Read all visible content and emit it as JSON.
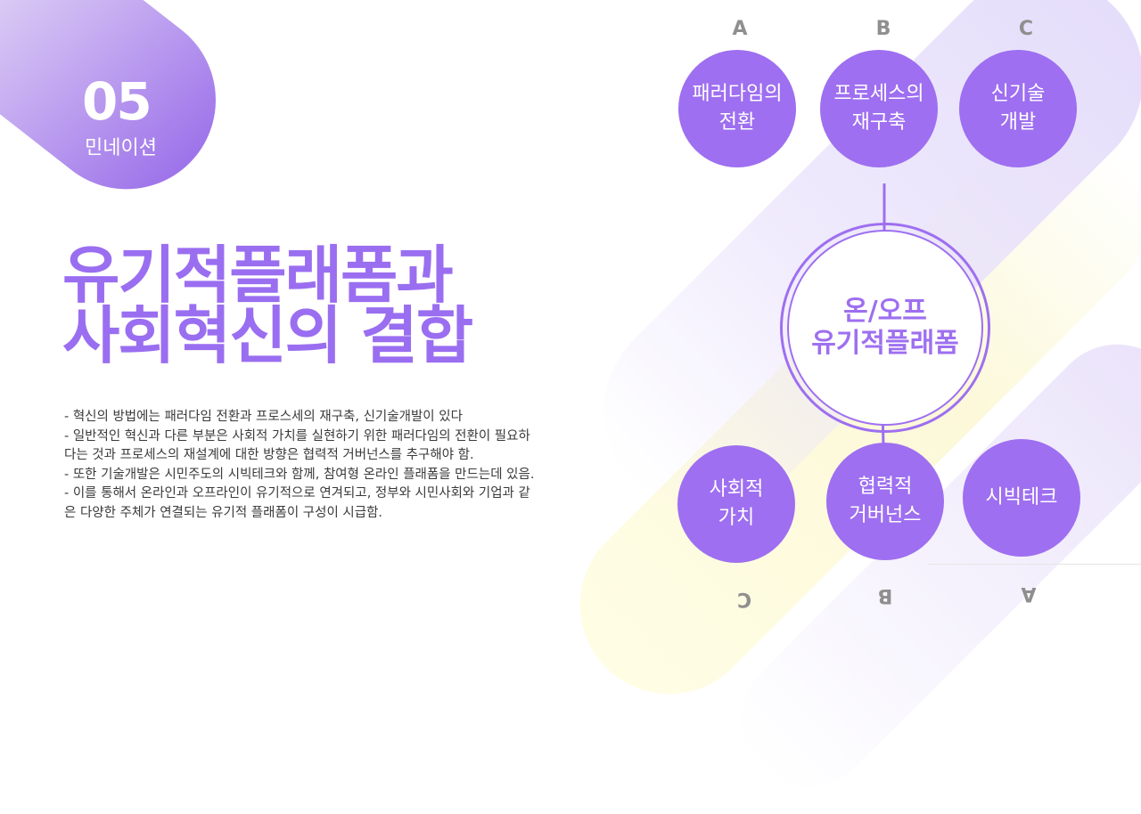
{
  "section": {
    "number": "05",
    "subtitle": "민네이션"
  },
  "title": {
    "line1": "유기적플래폼과",
    "line2": "사회혁신의 결합"
  },
  "body_lines": [
    "- 혁신의 방법에는 패러다임 전환과 프로스세의 재구축, 신기술개발이 있다",
    "- 일반적인 혁신과 다른 부분은 사회적 가치를 실현하기 위한 패러다임의 전환이 필요하",
    "다는 것과 프로세스의 재설계에 대한 방향은 협력적 거버넌스를 추구해야 함.",
    "- 또한 기술개발은 시민주도의 시빅테크와 함께, 참여형 온라인 플래폼을 만드는데 있음.",
    "- 이를 통해서 온라인과 오프라인이 유기적으로 연겨되고, 정부와 시민사회와 기업과 같",
    "은 다양한 주체가 연결되는 유기적 플래폼이 구성이 시급함."
  ],
  "diagram": {
    "center": "온/오프\n유기적플래폼",
    "top": [
      {
        "letter": "A",
        "label": "패러다임의\n전환"
      },
      {
        "letter": "B",
        "label": "프로세스의\n재구축"
      },
      {
        "letter": "C",
        "label": "신기술\n개발"
      }
    ],
    "bottom": [
      {
        "letter": "C",
        "label": "사회적\n가치"
      },
      {
        "letter": "B",
        "label": "협력적\n거버넌스"
      },
      {
        "letter": "A",
        "label": "시빅테크"
      }
    ]
  },
  "colors": {
    "accent": "#9e6ff0",
    "text": "#3a3a3a",
    "letter": "#8f8f8f"
  }
}
